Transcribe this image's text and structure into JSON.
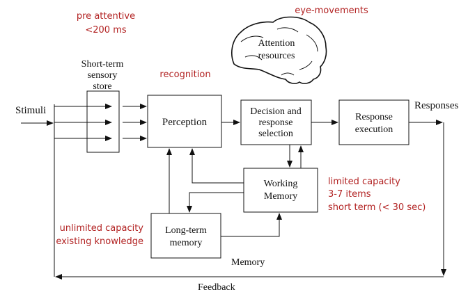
{
  "colors": {
    "annotation": "#b22222",
    "ink": "#111111"
  },
  "labels": {
    "stimuli": "Stimuli",
    "responses": "Responses",
    "feedback": "Feedback",
    "memory": "Memory",
    "sensory_store": [
      "Short-term",
      "sensory",
      "store"
    ],
    "perception": "Perception",
    "decision": [
      "Decision and",
      "response",
      "selection"
    ],
    "execution": [
      "Response",
      "execution"
    ],
    "working_memory": [
      "Working",
      "Memory"
    ],
    "long_term_memory": [
      "Long-term",
      "memory"
    ],
    "attention": [
      "Attention",
      "resources"
    ]
  },
  "annotations": {
    "pre_attentive": [
      "pre attentive",
      "<200 ms"
    ],
    "eye_movements": "eye-movements",
    "recognition": "recognition",
    "working_memory_notes": [
      "limited capacity",
      "3-7 items",
      "short term (< 30 sec)"
    ],
    "long_term_notes": [
      "unlimited capacity",
      "existing knowledge"
    ]
  },
  "icons": {
    "brain": "brain-icon"
  }
}
